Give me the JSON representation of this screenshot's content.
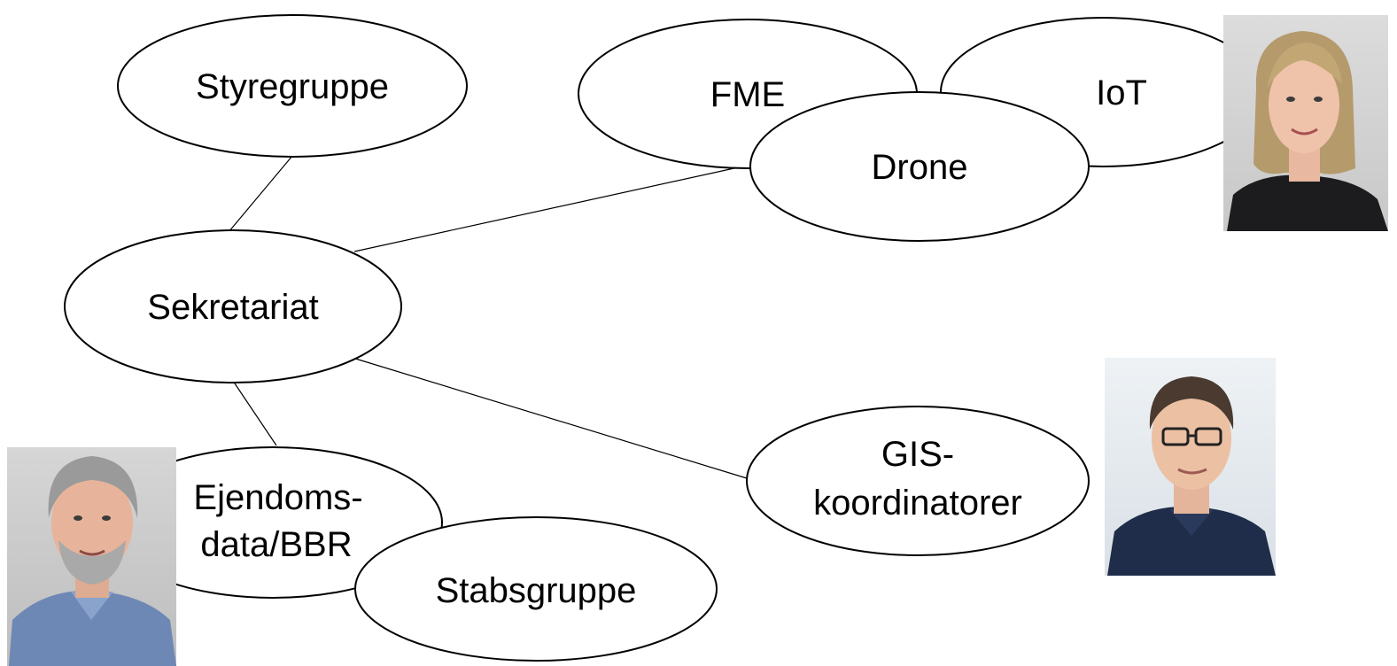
{
  "nodes": {
    "styregruppe": {
      "lines": [
        "Styregruppe"
      ]
    },
    "sekretariat": {
      "lines": [
        "Sekretariat"
      ]
    },
    "fme": {
      "lines": [
        "FME"
      ]
    },
    "iot": {
      "lines": [
        "IoT"
      ]
    },
    "drone": {
      "lines": [
        "Drone"
      ]
    },
    "gis": {
      "lines": [
        "GIS-",
        "koordinatorer"
      ]
    },
    "ejendoms": {
      "lines": [
        "Ejendoms-",
        "data/BBR"
      ]
    },
    "stabsgruppe": {
      "lines": [
        "Stabsgruppe"
      ]
    }
  },
  "edges": [
    [
      "styregruppe",
      "sekretariat"
    ],
    [
      "sekretariat",
      "drone"
    ],
    [
      "sekretariat",
      "gis"
    ],
    [
      "sekretariat",
      "ejendoms"
    ]
  ],
  "photos": {
    "woman": {
      "kind": "portrait-photo"
    },
    "man_glasses": {
      "kind": "portrait-photo"
    },
    "man_beard": {
      "kind": "portrait-photo"
    }
  },
  "colors": {
    "stroke": "#000000",
    "fill": "#ffffff"
  }
}
